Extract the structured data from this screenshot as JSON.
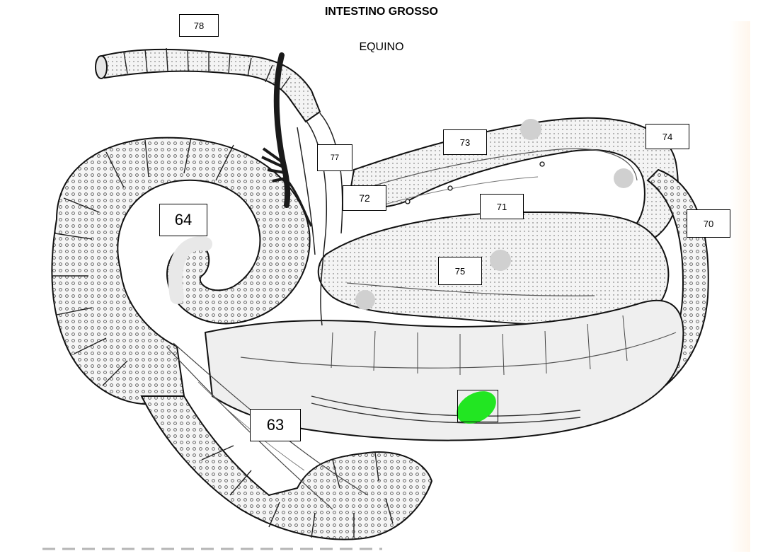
{
  "header": {
    "title": "INTESTINO GROSSO",
    "subtitle": "EQUINO"
  },
  "labels": {
    "l63": "63",
    "l64": "64",
    "l70": "70",
    "l71": "71",
    "l72": "72",
    "l73": "73",
    "l74": "74",
    "l75": "75",
    "l77": "77",
    "l78": "78",
    "highlighted_box": ""
  },
  "colors": {
    "highlight": "#22e622",
    "fill": "#f2f2f2",
    "stroke": "#111111",
    "vessel": "#1a1a1a"
  }
}
